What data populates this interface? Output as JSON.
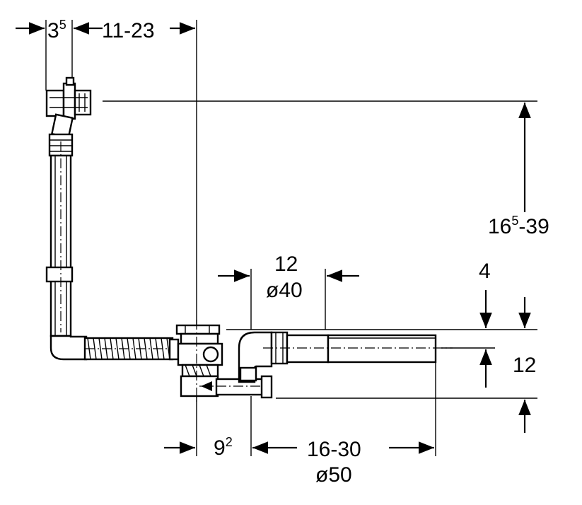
{
  "dimensions": {
    "top_left_base": "3",
    "top_left_sup": "5",
    "top_right": "11-23",
    "height_base": "16",
    "height_sup": "5",
    "height_rest": "-39",
    "overflow_length": "12",
    "overflow_diameter": "ø40",
    "rim_offset": "4",
    "drain_depth": "12",
    "bottom_left_base": "9",
    "bottom_left_sup": "2",
    "bottom_length": "16-30",
    "bottom_diameter": "ø50"
  },
  "colors": {
    "line": "#000000",
    "background": "#ffffff"
  }
}
